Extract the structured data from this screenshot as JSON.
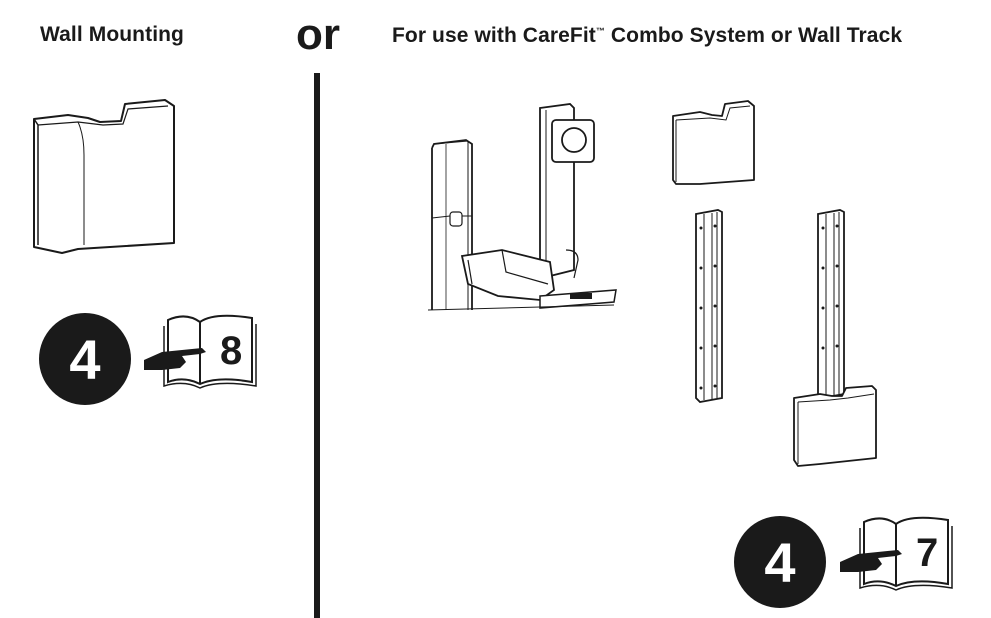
{
  "left_section": {
    "heading": "Wall Mounting",
    "step": {
      "number": "4",
      "page_ref": "8"
    }
  },
  "separator": {
    "label": "or"
  },
  "right_section": {
    "heading_main": "For use with CareFit",
    "heading_tm": "™",
    "heading_rest": " Combo System or Wall Track",
    "step": {
      "number": "4",
      "page_ref": "7"
    }
  }
}
